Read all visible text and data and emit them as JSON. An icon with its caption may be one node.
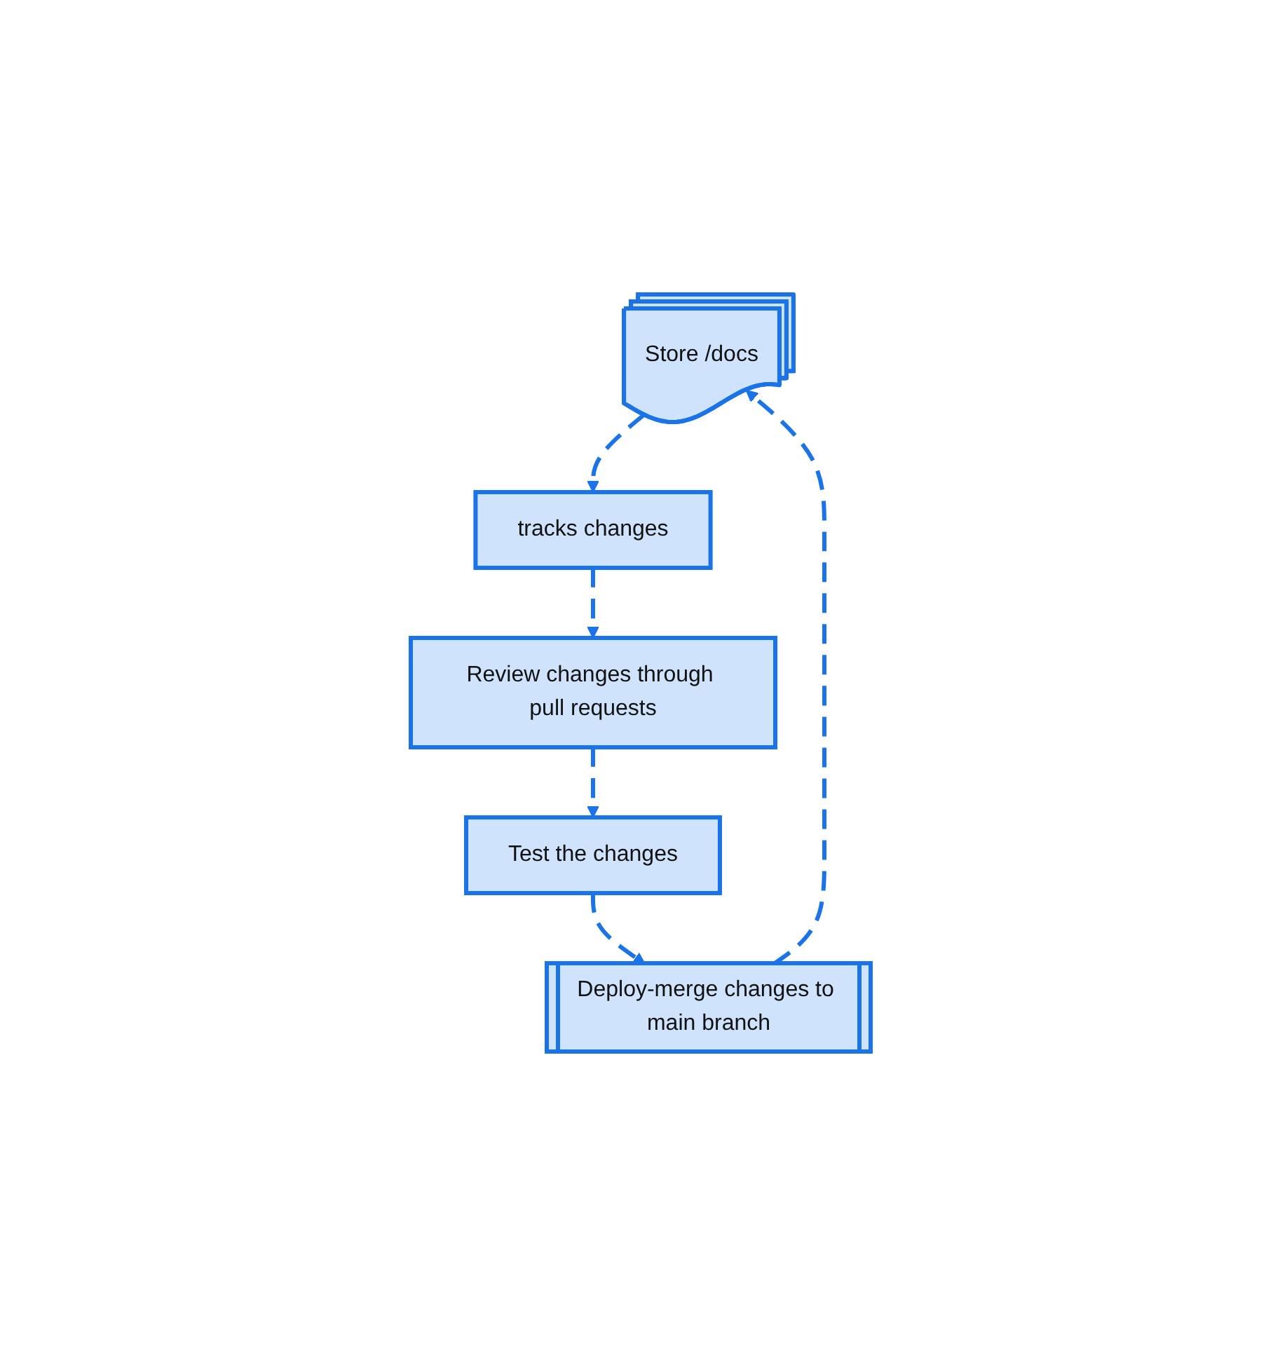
{
  "diagram": {
    "nodes": [
      {
        "text": [
          "Store /docs"
        ]
      },
      {
        "text": [
          "tracks changes"
        ]
      },
      {
        "text": [
          "Review changes through pull requests"
        ]
      },
      {
        "text": [
          "Test the changes"
        ]
      },
      {
        "text": [
          "Deploy-merge changes to main branch"
        ]
      }
    ],
    "edges": [
      {
        "from": 0,
        "to": 1,
        "arrow": "to",
        "style": "dashed"
      },
      {
        "from": 1,
        "to": 2,
        "arrow": "to",
        "style": "dashed"
      },
      {
        "from": 2,
        "to": 3,
        "arrow": "to",
        "style": "dashed"
      },
      {
        "from": 3,
        "to": 4,
        "arrow": "to",
        "style": "dashed"
      },
      {
        "from": 4,
        "to": 0,
        "arrow": "to",
        "style": "dashed"
      }
    ]
  }
}
